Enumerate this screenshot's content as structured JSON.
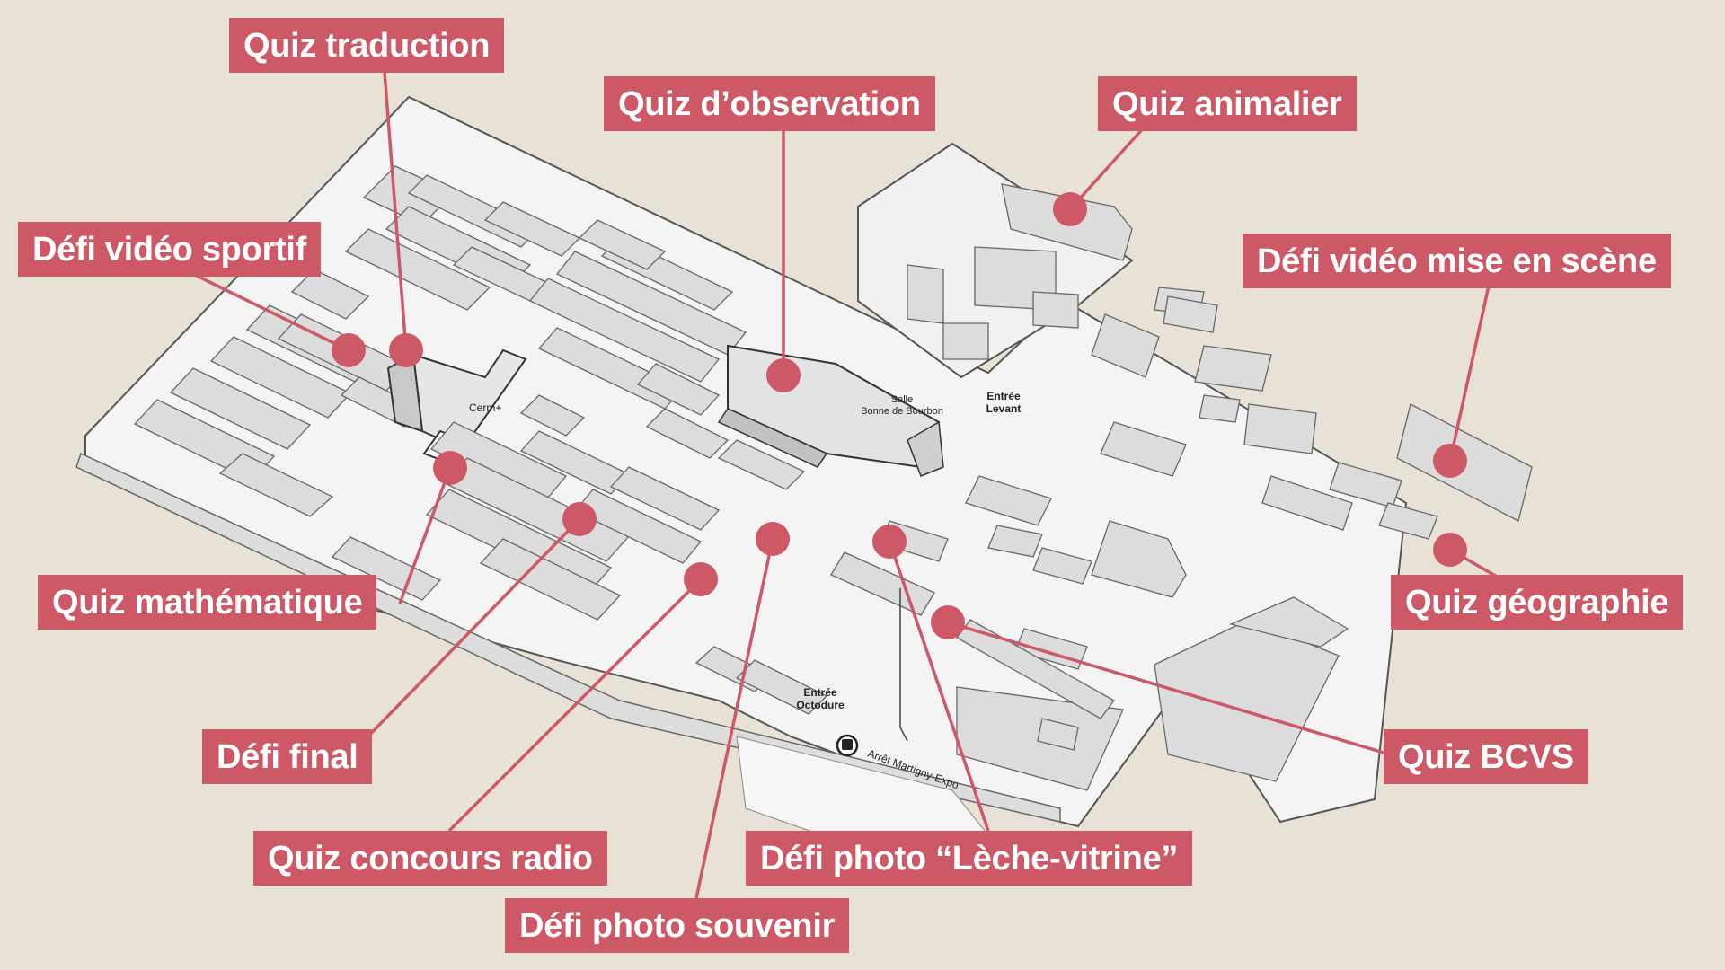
{
  "colors": {
    "background": "#e8e1d5",
    "accent": "#cd5866",
    "label_text": "#ffffff",
    "ground": "#f4f4f4",
    "building": "#dcdcdc",
    "building_dark": "#b9b9b9",
    "outline": "#555555"
  },
  "map": {
    "venue_labels": {
      "cerm": "Cerm+",
      "salle_line1": "Salle",
      "salle_line2": "Bonne de Bourbon",
      "levant_line1": "Entrée",
      "levant_line2": "Levant",
      "octodure_line1": "Entrée",
      "octodure_line2": "Octodure",
      "bus_stop": "Arrêt Martigny-Expo"
    },
    "icons": {
      "bus_stop": "bus-icon",
      "marker": "location-dot-icon"
    }
  },
  "activities": [
    {
      "id": "quiz-traduction",
      "label": "Quiz traduction"
    },
    {
      "id": "quiz-observation",
      "label": "Quiz d’observation"
    },
    {
      "id": "quiz-animalier",
      "label": "Quiz animalier"
    },
    {
      "id": "defi-video-sportif",
      "label": "Défi vidéo sportif"
    },
    {
      "id": "defi-video-mise-en-scene",
      "label": "Défi vidéo mise en scène"
    },
    {
      "id": "quiz-mathematique",
      "label": "Quiz mathématique"
    },
    {
      "id": "quiz-geographie",
      "label": "Quiz géographie"
    },
    {
      "id": "defi-final",
      "label": "Défi final"
    },
    {
      "id": "quiz-bcvs",
      "label": "Quiz BCVS"
    },
    {
      "id": "quiz-concours-radio",
      "label": "Quiz concours radio"
    },
    {
      "id": "defi-photo-leche-vitrine",
      "label": "Défi photo “Lèche-vitrine”"
    },
    {
      "id": "defi-photo-souvenir",
      "label": "Défi photo souvenir"
    }
  ]
}
